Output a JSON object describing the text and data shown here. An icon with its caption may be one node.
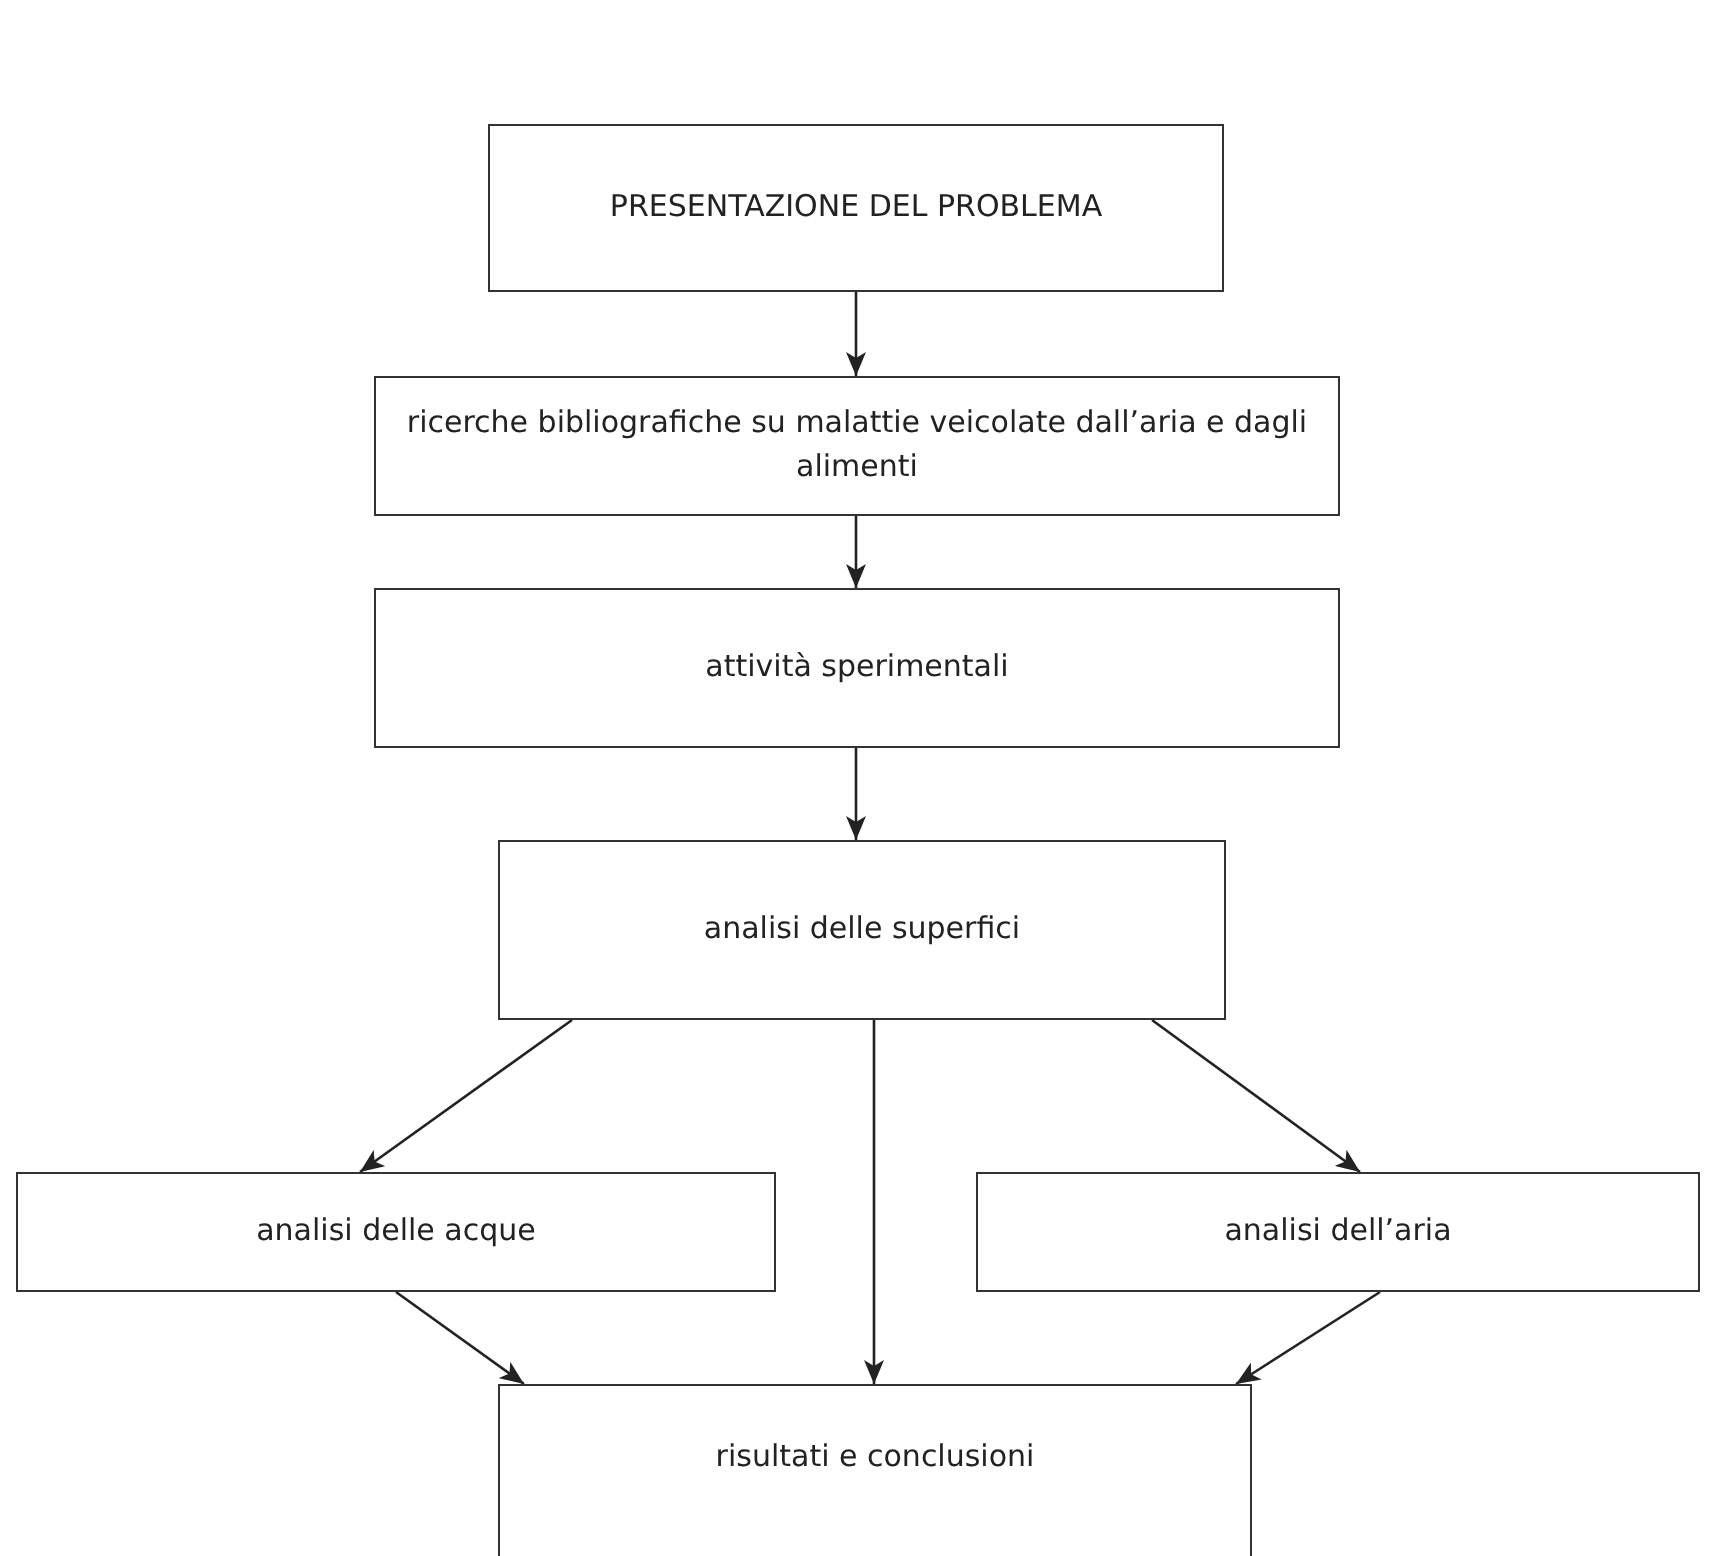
{
  "diagram": {
    "nodes": [
      {
        "text": [
          "PRESENTAZIONE DEL PROBLEMA"
        ]
      },
      {
        "text": [
          "ricerche bibliografiche su malattie veicolate dall’aria e dagli alimenti"
        ]
      },
      {
        "text": [
          "attività sperimentali"
        ]
      },
      {
        "text": [
          "analisi delle superfici"
        ]
      },
      {
        "text": [
          "analisi delle acque"
        ]
      },
      {
        "text": [
          "analisi dell’aria"
        ]
      },
      {
        "text": [
          "risultati e conclusioni"
        ]
      }
    ],
    "edges": [
      {
        "from": 0,
        "to": 1,
        "arrow": "to"
      },
      {
        "from": 1,
        "to": 2,
        "arrow": "to"
      },
      {
        "from": 2,
        "to": 3,
        "arrow": "to"
      },
      {
        "from": 3,
        "to": 4,
        "arrow": "to"
      },
      {
        "from": 3,
        "to": 6,
        "arrow": "to"
      },
      {
        "from": 3,
        "to": 5,
        "arrow": "to"
      },
      {
        "from": 4,
        "to": 6,
        "arrow": "to"
      },
      {
        "from": 5,
        "to": 6,
        "arrow": "to"
      }
    ]
  }
}
